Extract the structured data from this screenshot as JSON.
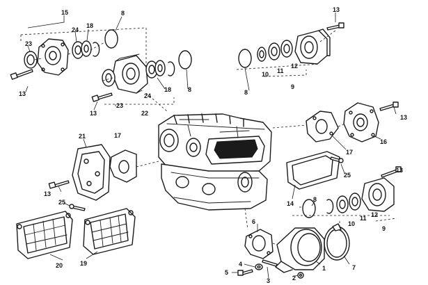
{
  "diagram": {
    "title": "Exploded view of transmission housing assembly",
    "callouts": {
      "c15": "15",
      "c8a": "8",
      "c24a": "24",
      "c18a": "18",
      "c23a": "23",
      "c13a": "13",
      "c13b": "13",
      "c23b": "23",
      "c24b": "24",
      "c18b": "18",
      "c8b": "8",
      "c22": "22",
      "c13c": "13",
      "c8c": "8",
      "c10a": "10",
      "c11a": "11",
      "c12a": "12",
      "c9a": "9",
      "c13d": "13",
      "c16": "16",
      "c17a": "17",
      "c21": "21",
      "c17b": "17",
      "c13e": "13",
      "c25a": "25",
      "c25b": "25",
      "c14": "14",
      "c20": "20",
      "c19": "19",
      "c13f": "13",
      "c8d": "8",
      "c10b": "10",
      "c11b": "11",
      "c12b": "12",
      "c9b": "9",
      "c6": "6",
      "c1": "1",
      "c7": "7",
      "c4": "4",
      "c5": "5",
      "c3": "3",
      "c2": "2"
    }
  }
}
